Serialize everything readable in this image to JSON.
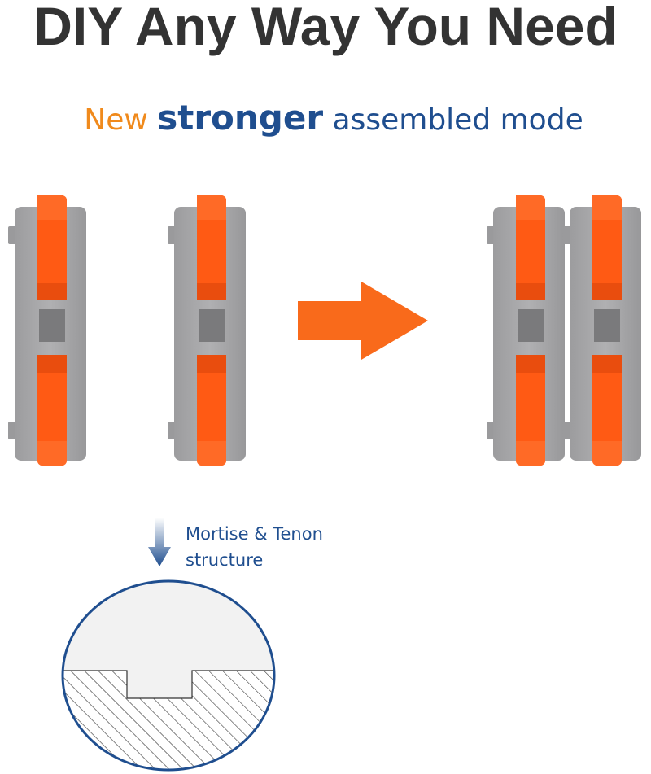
{
  "headline": "DIY Any Way You Need",
  "subheadline": {
    "part1": "New",
    "part2": "stronger",
    "part3": "assembled mode"
  },
  "note": {
    "line1": "Mortise & Tenon",
    "line2": "structure"
  },
  "colors": {
    "headline": "#333333",
    "accent_orange": "#f08a1c",
    "brand_blue": "#1f4e8f",
    "connector_gray": "#a4a4a6",
    "connector_dark": "#8a8a8c",
    "lever_orange": "#ff5a14",
    "arrow_orange": "#f96a1b"
  },
  "icons": {
    "direction_arrow": "right-arrow-icon",
    "note_arrow": "down-arrow-icon"
  }
}
